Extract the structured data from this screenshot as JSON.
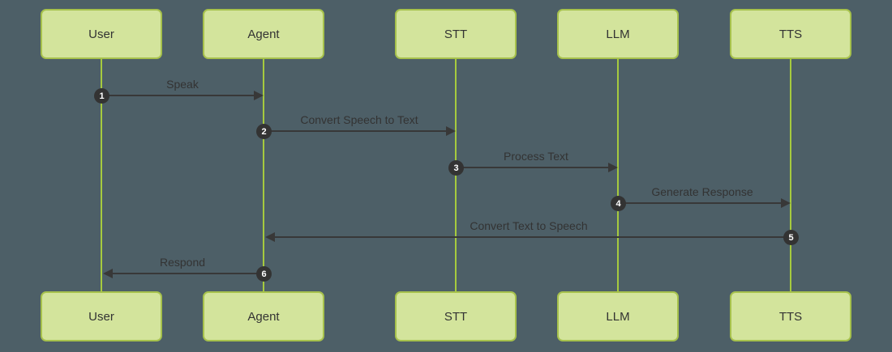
{
  "colors": {
    "background": "#4d5f67",
    "actor_fill": "#d3e49c",
    "actor_border": "#a6c14c",
    "lifeline": "#a6ca3e",
    "arrow": "#383838",
    "message_text": "#333333",
    "badge_fill": "#333333",
    "badge_text": "#ffffff"
  },
  "diagram": {
    "type": "sequence",
    "actors": [
      {
        "id": "user",
        "label": "User"
      },
      {
        "id": "agent",
        "label": "Agent"
      },
      {
        "id": "stt",
        "label": "STT"
      },
      {
        "id": "llm",
        "label": "LLM"
      },
      {
        "id": "tts",
        "label": "TTS"
      }
    ],
    "messages": [
      {
        "num": "1",
        "label": "Speak",
        "from": "User",
        "to": "Agent",
        "direction": "right"
      },
      {
        "num": "2",
        "label": "Convert Speech to Text",
        "from": "Agent",
        "to": "STT",
        "direction": "right"
      },
      {
        "num": "3",
        "label": "Process Text",
        "from": "STT",
        "to": "LLM",
        "direction": "right"
      },
      {
        "num": "4",
        "label": "Generate Response",
        "from": "LLM",
        "to": "TTS",
        "direction": "right"
      },
      {
        "num": "5",
        "label": "Convert Text to Speech",
        "from": "TTS",
        "to": "Agent",
        "direction": "left"
      },
      {
        "num": "6",
        "label": "Respond",
        "from": "Agent",
        "to": "User",
        "direction": "left"
      }
    ]
  }
}
